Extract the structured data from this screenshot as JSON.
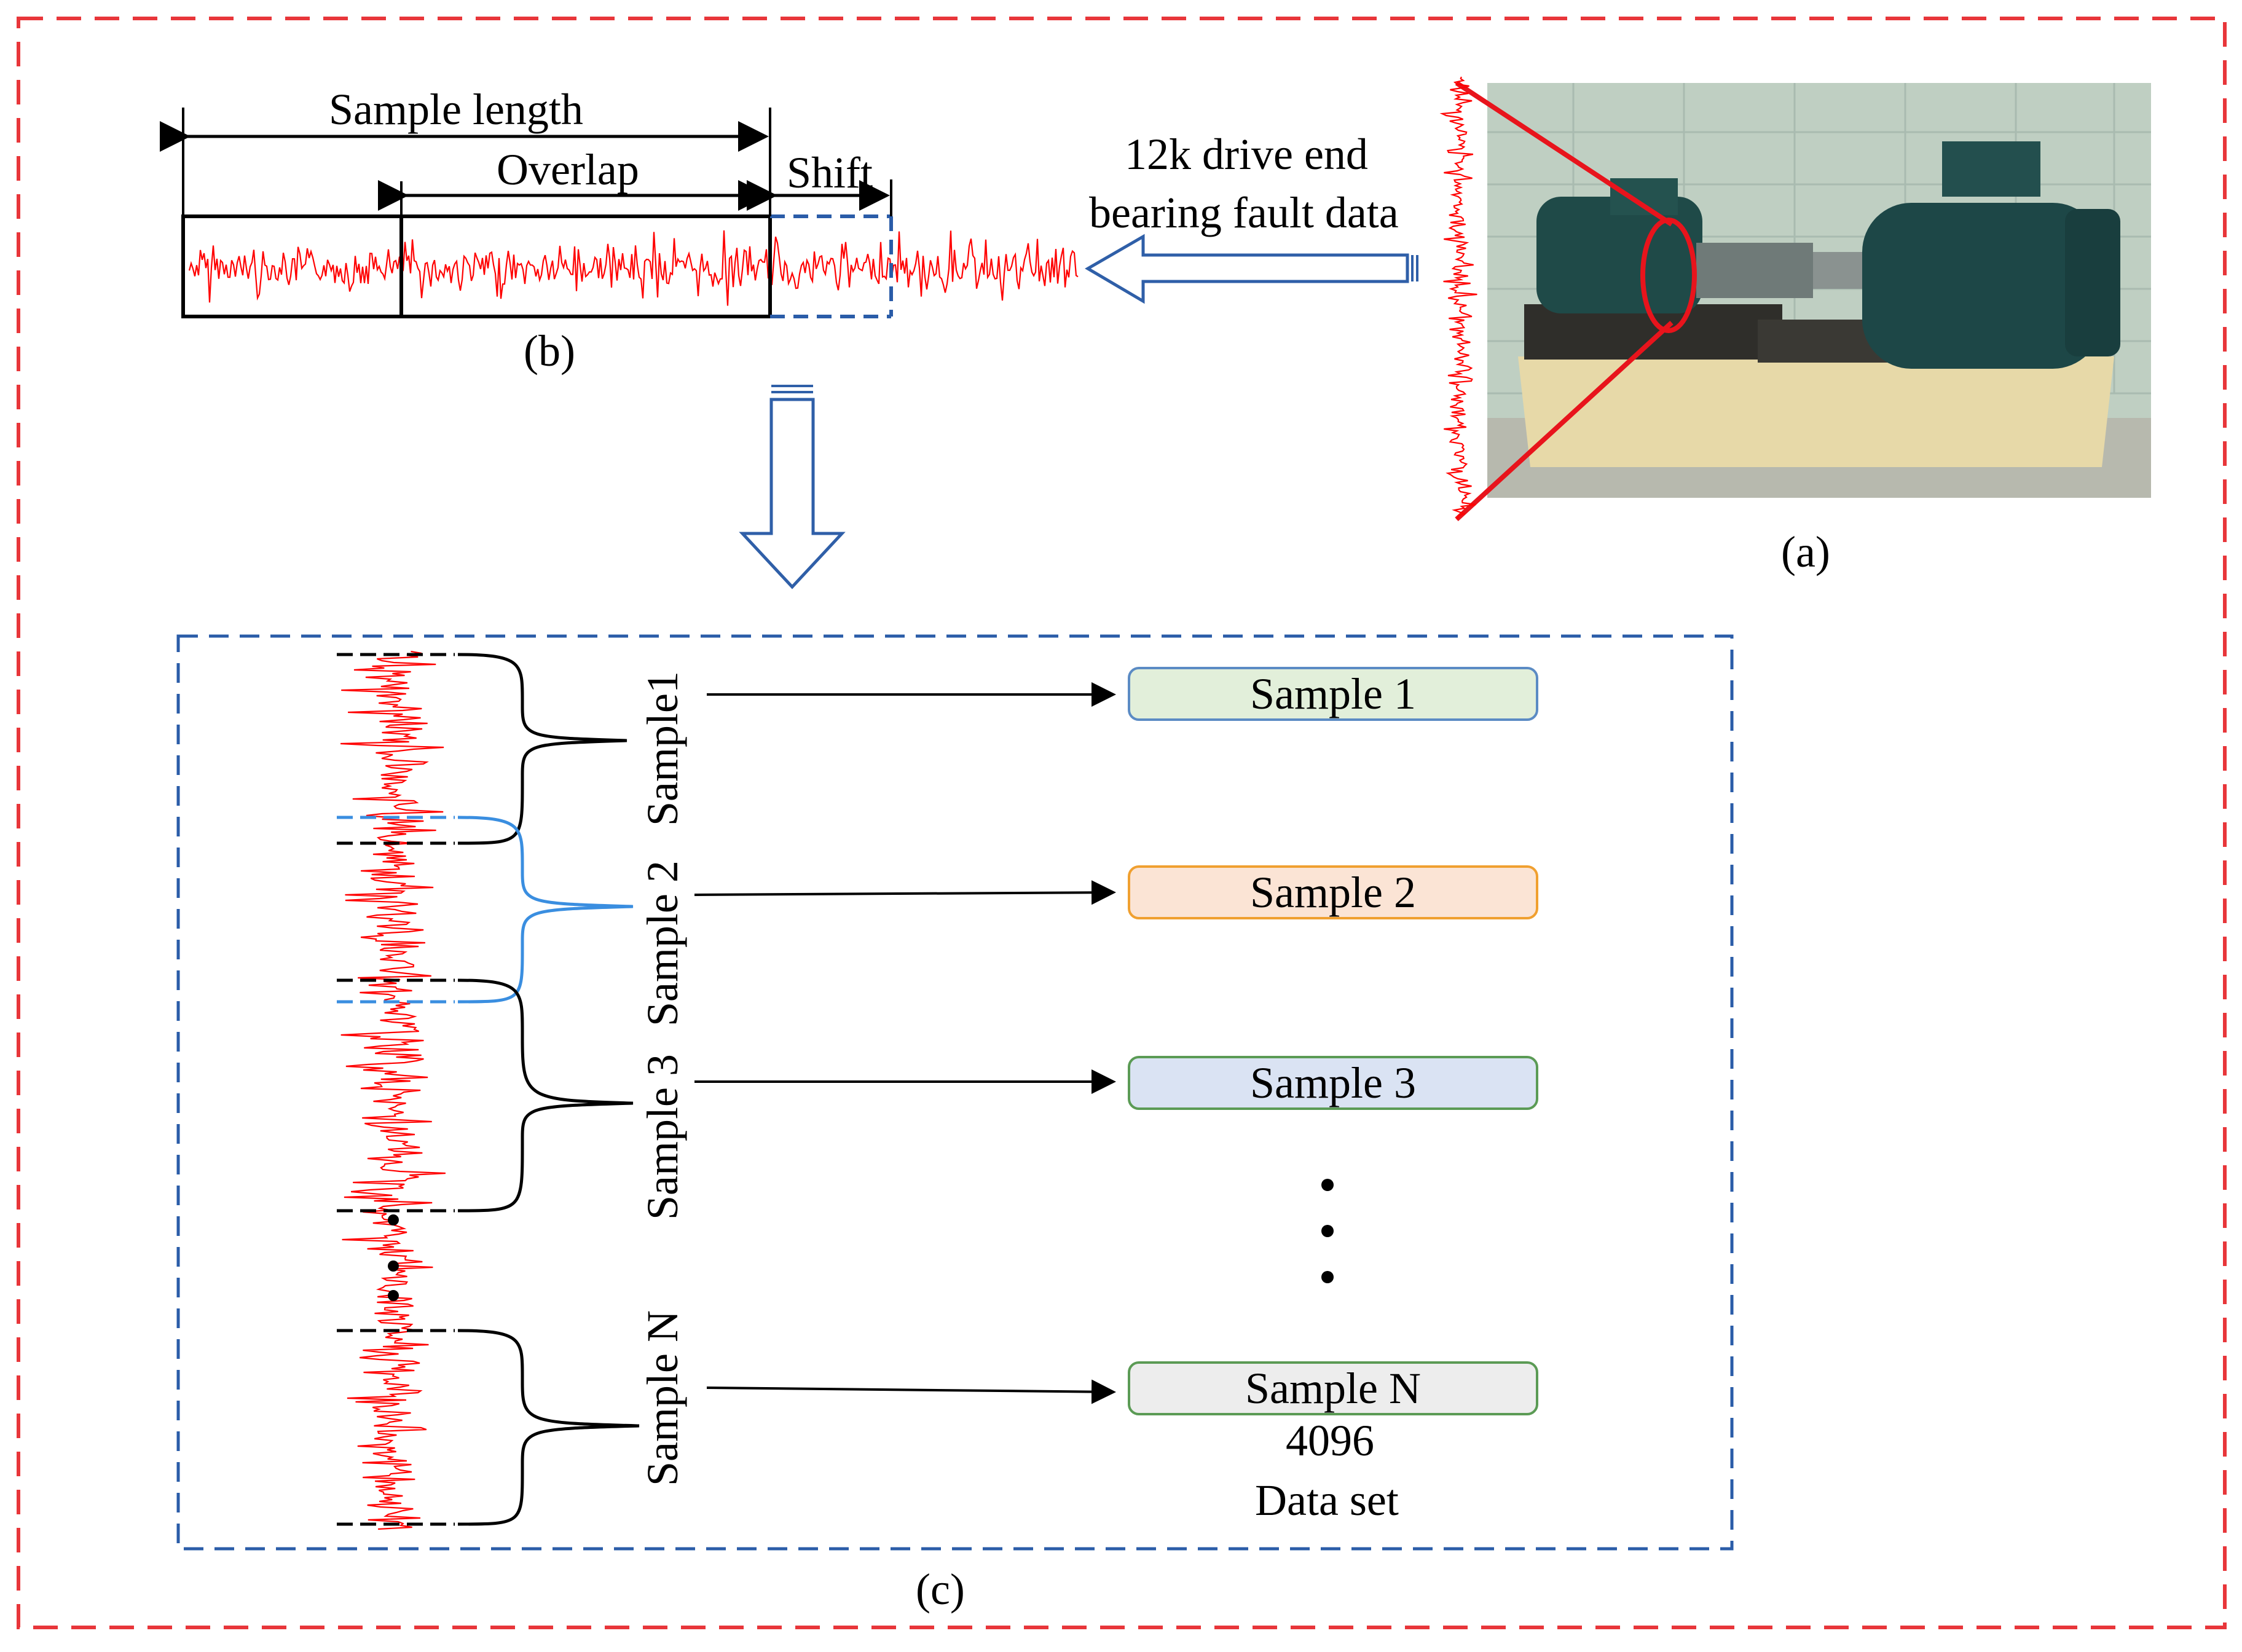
{
  "labels": {
    "sample_length": "Sample length",
    "overlap": "Overlap",
    "shift": "Shift",
    "source_line1": "12k drive end",
    "source_line2": "bearing fault data",
    "caption_a": "(a)",
    "caption_b": "(b)",
    "caption_c": "(c)"
  },
  "segments": [
    "Sample1",
    "Sample 2",
    "Sample 3",
    "Sample N"
  ],
  "outputs": [
    {
      "label": "Sample 1",
      "fill": "#e2efda",
      "border": "#5b8bc4"
    },
    {
      "label": "Sample 2",
      "fill": "#fbe4d5",
      "border": "#f0a030"
    },
    {
      "label": "Sample 3",
      "fill": "#dae3f3",
      "border": "#5b9b55"
    },
    {
      "label": "Sample N",
      "fill": "#ededed",
      "border": "#5b9b55"
    }
  ],
  "output_footer": {
    "size": "4096",
    "name": "Data set"
  },
  "colors": {
    "outer_frame": "#e8363a",
    "inner_frame": "#2a5ca8",
    "signal": "#ff0000",
    "overlap_bracket": "#3a8ee0",
    "big_arrow": "#2f5fa8"
  },
  "photo": {
    "description_icon": "test-rig-photo"
  }
}
